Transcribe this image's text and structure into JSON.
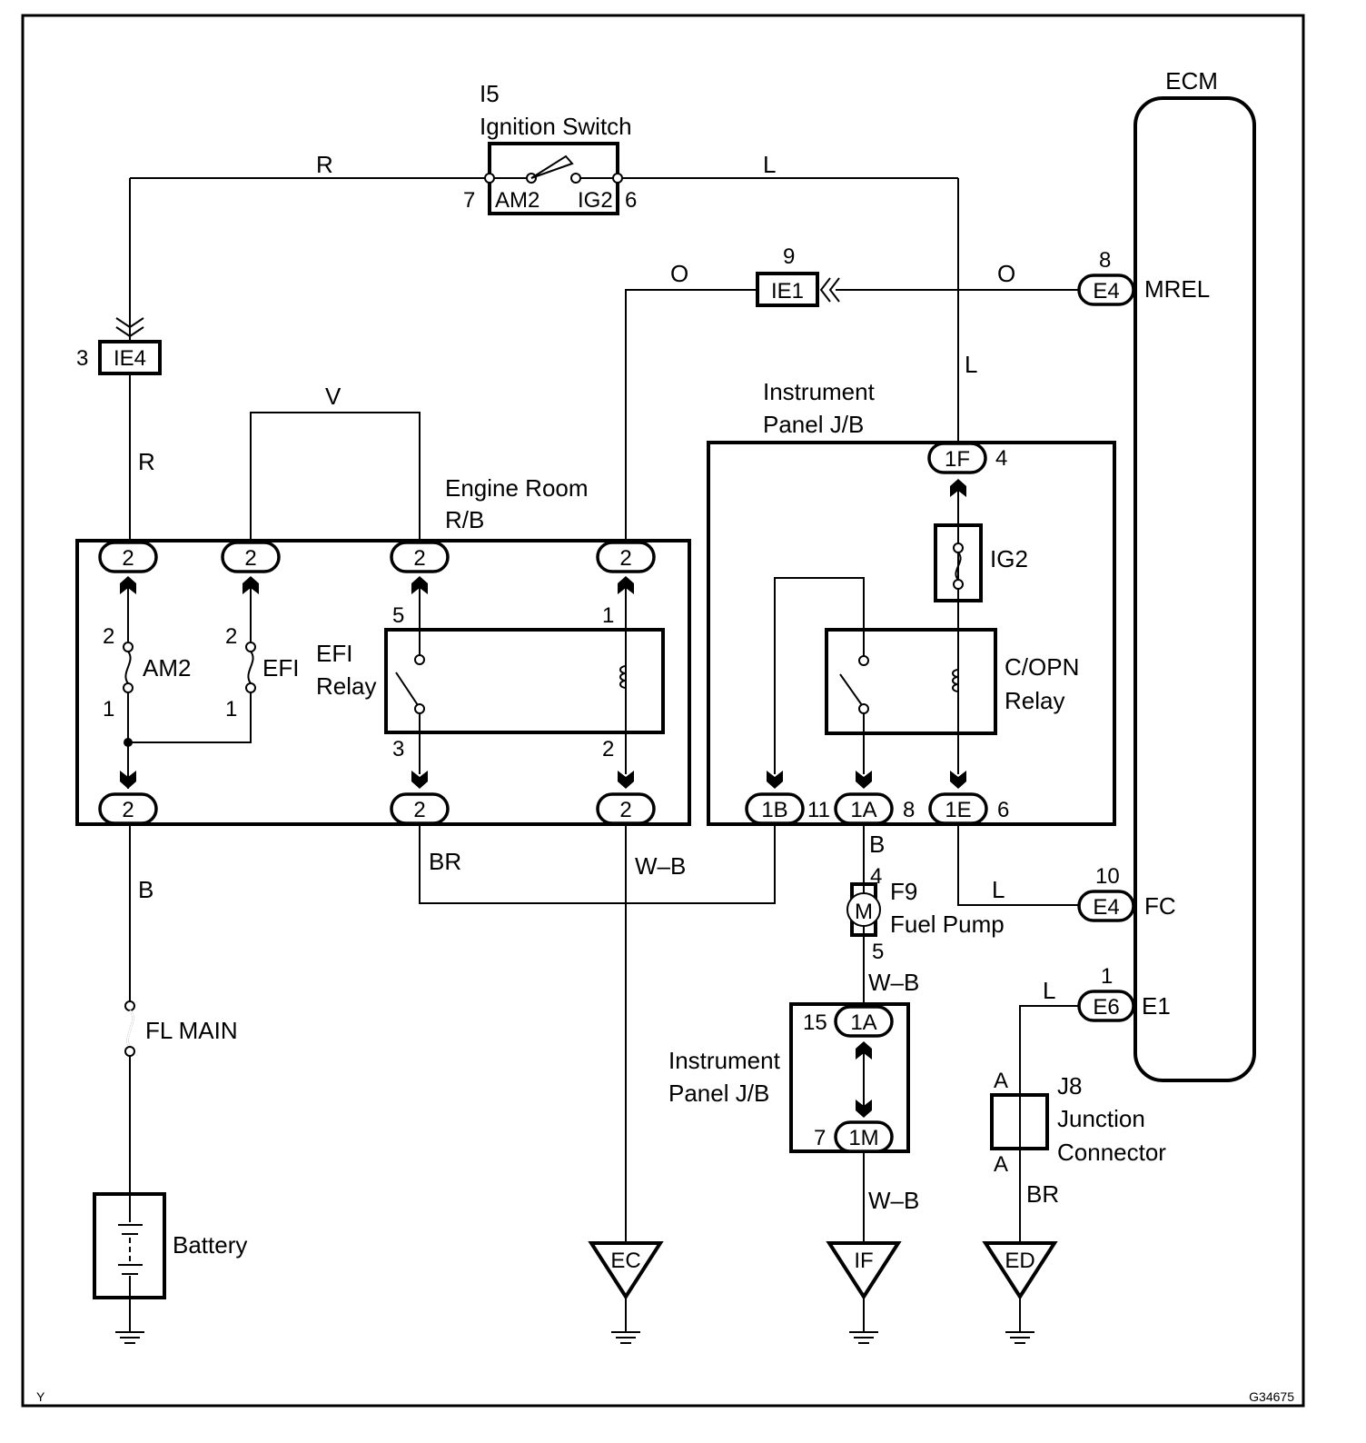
{
  "diagram": {
    "id_left": "Y",
    "id_right": "G34675",
    "colors": {
      "line": "#000000",
      "background": "#ffffff"
    }
  },
  "ignition_switch": {
    "code": "I5",
    "name": "Ignition Switch",
    "pin_left": "7",
    "pin_right": "6",
    "contact_left": "AM2",
    "contact_right": "IG2"
  },
  "wires": {
    "r_top": "R",
    "l_top": "L",
    "o_left": "O",
    "o_right": "O",
    "l_right": "L",
    "r_left": "R",
    "v": "V",
    "b_left": "B",
    "br": "BR",
    "wb_ec": "W–B",
    "b_pump": "B",
    "wb_pump": "W–B",
    "wb_if": "W–B",
    "l_fc": "L",
    "l_e1": "L",
    "br_ed": "BR"
  },
  "connectors": {
    "ie4": {
      "code": "IE4",
      "pin": "3"
    },
    "ie1": {
      "code": "IE1",
      "pin": "9"
    },
    "e4_mrel": {
      "code": "E4",
      "pin": "8",
      "signal": "MREL"
    },
    "e4_fc": {
      "code": "E4",
      "pin": "10",
      "signal": "FC"
    },
    "e6_e1": {
      "code": "E6",
      "pin": "1",
      "signal": "E1"
    }
  },
  "ecm": {
    "label": "ECM"
  },
  "engine_room_rb": {
    "label_line1": "Engine Room",
    "label_line2": "R/B",
    "top_connectors": [
      "2",
      "2",
      "2",
      "2"
    ],
    "bottom_connectors": [
      "2",
      "2",
      "2"
    ],
    "fuse_am2": {
      "name": "AM2",
      "pin_top": "2",
      "pin_bottom": "1"
    },
    "fuse_efi": {
      "name": "EFI",
      "pin_top": "2",
      "pin_bottom": "1"
    },
    "efi_relay": {
      "line1": "EFI",
      "line2": "Relay",
      "pin5": "5",
      "pin1": "1",
      "pin3": "3",
      "pin2": "2"
    }
  },
  "instrument_panel_jb": {
    "label_line1": "Instrument",
    "label_line2": "Panel J/B",
    "conn_1f": {
      "code": "1F",
      "pin": "4"
    },
    "fuse_ig2": "IG2",
    "relay": {
      "line1": "C/OPN",
      "line2": "Relay"
    },
    "conn_1b": {
      "code": "1B",
      "pin": "11"
    },
    "conn_1a": {
      "code": "1A",
      "pin": "8"
    },
    "conn_1e": {
      "code": "1E",
      "pin": "6"
    }
  },
  "fuel_pump": {
    "code": "F9",
    "name": "Fuel Pump",
    "symbol": "M",
    "pin_top": "4",
    "pin_bottom": "5"
  },
  "instrument_panel_jb2": {
    "label_line1": "Instrument",
    "label_line2": "Panel J/B",
    "conn_top": {
      "code": "1A",
      "pin": "15"
    },
    "conn_bottom": {
      "code": "1M",
      "pin": "7"
    }
  },
  "junction_connector": {
    "code": "J8",
    "line1": "Junction",
    "line2": "Connector",
    "pin_top": "A",
    "pin_bottom": "A"
  },
  "fusible_link": {
    "name": "FL MAIN"
  },
  "battery": {
    "name": "Battery"
  },
  "grounds": {
    "ec": "EC",
    "if": "IF",
    "ed": "ED"
  }
}
